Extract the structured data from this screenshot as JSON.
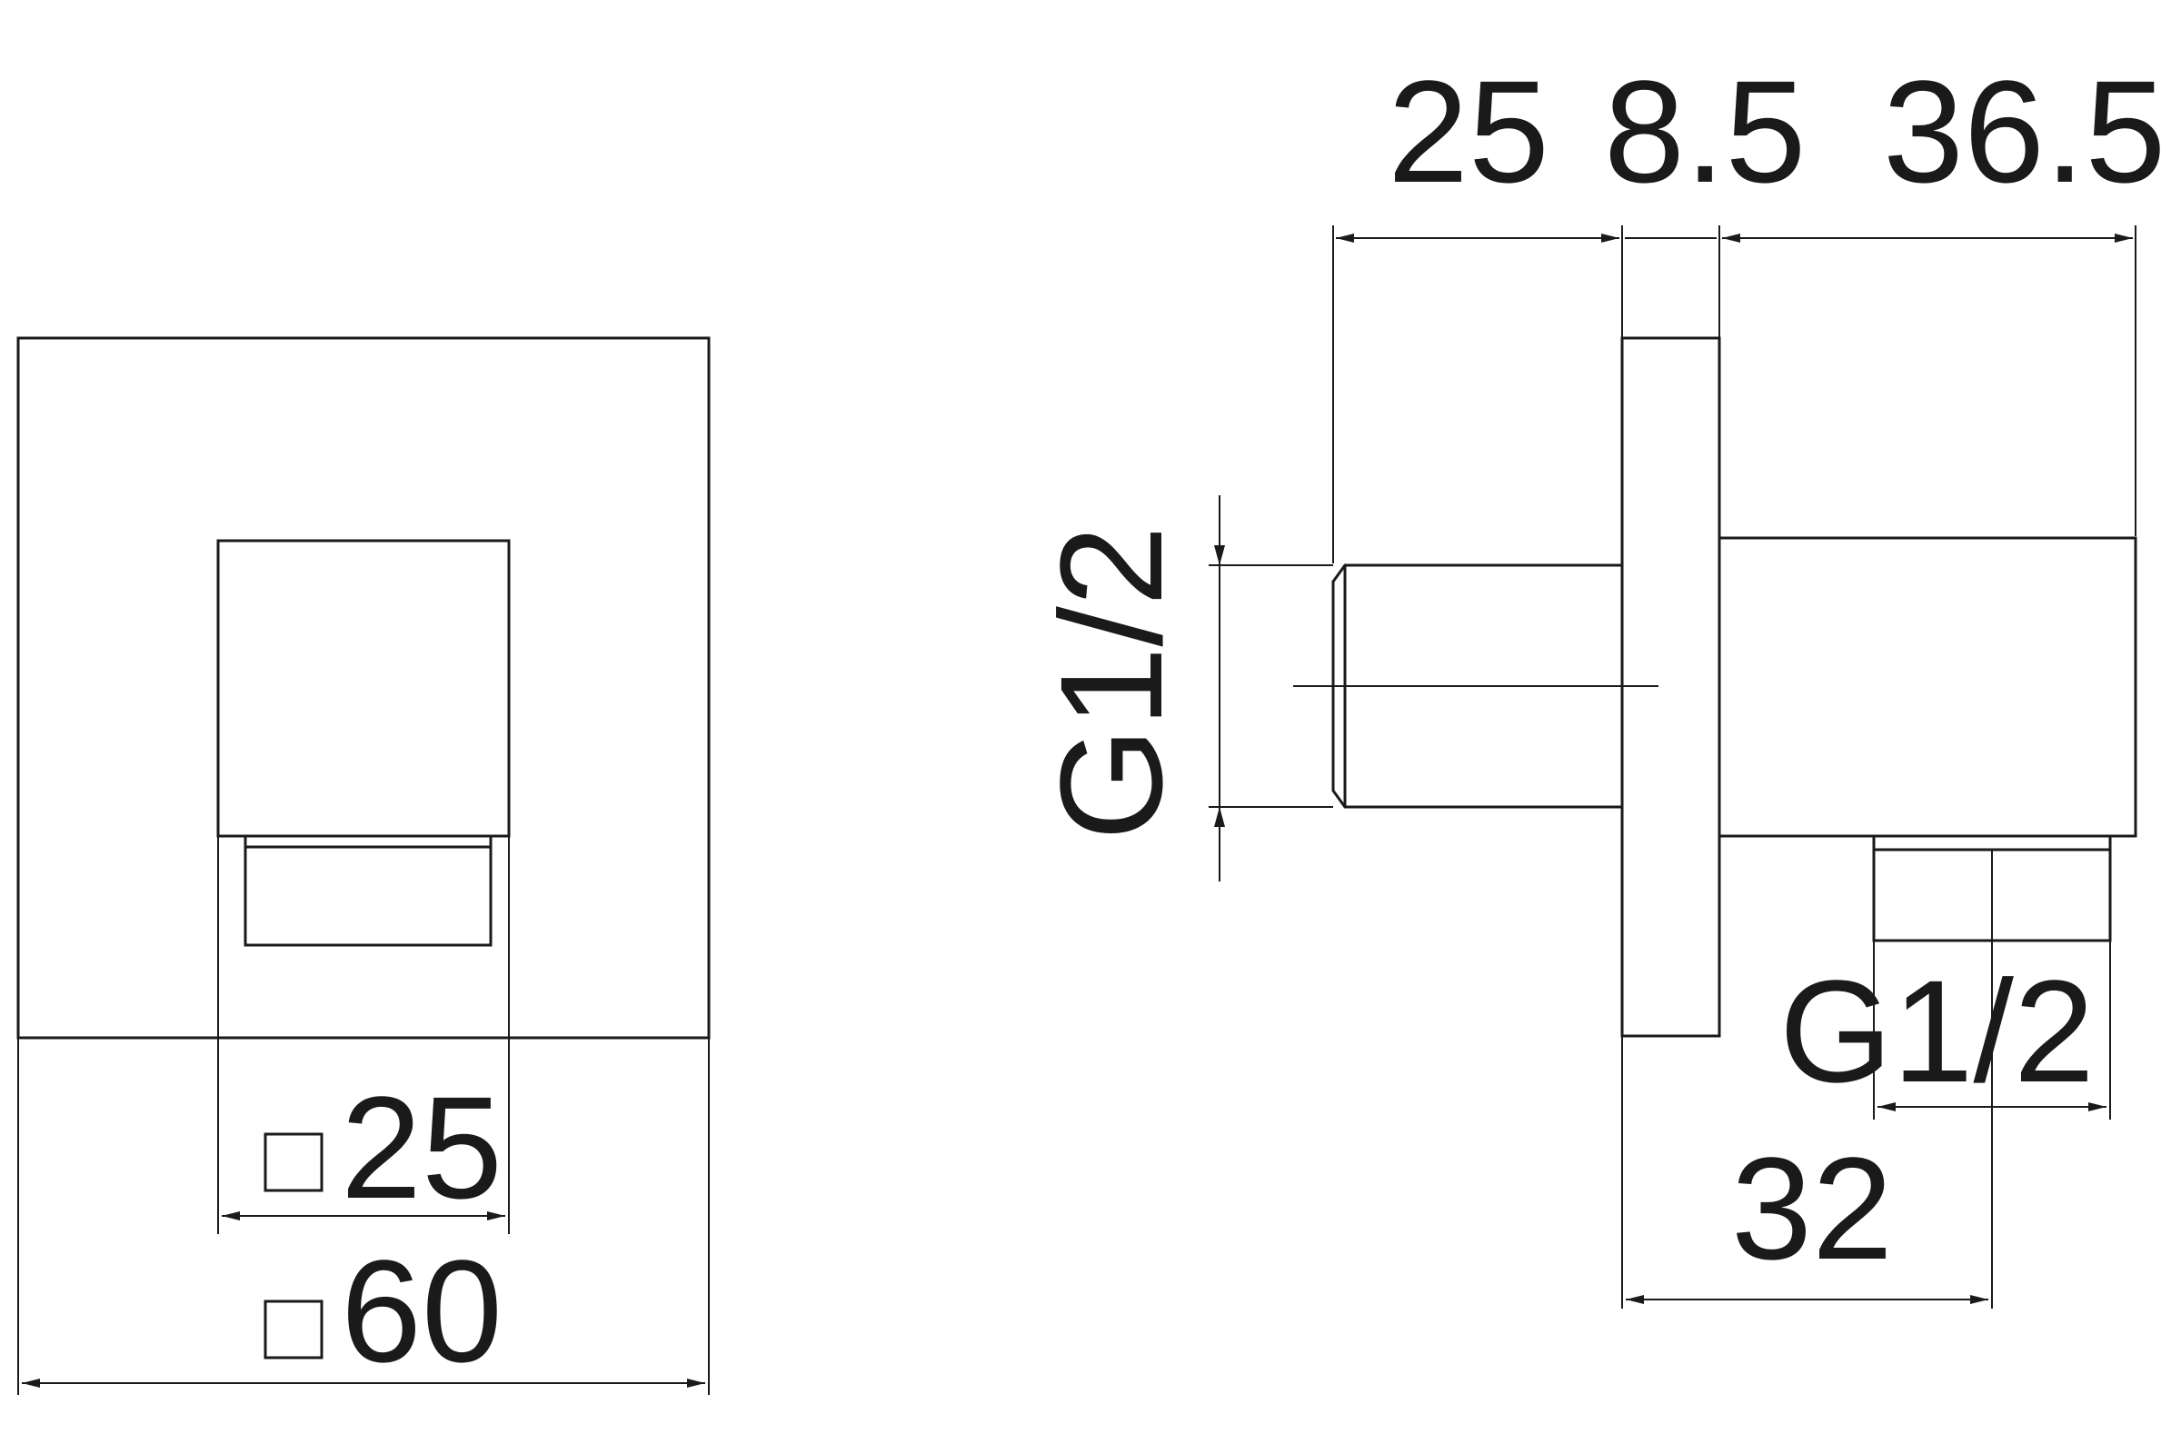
{
  "front_view": {
    "inner_square_symbol": "□",
    "inner_square_value": "25",
    "outer_square_symbol": "□",
    "outer_square_value": "60"
  },
  "side_view": {
    "dim_top_1": "25",
    "dim_top_2": "8.5",
    "dim_top_3": "36.5",
    "thread_inlet": "G1/2",
    "thread_outlet": "G1/2",
    "dim_bottom": "32"
  }
}
